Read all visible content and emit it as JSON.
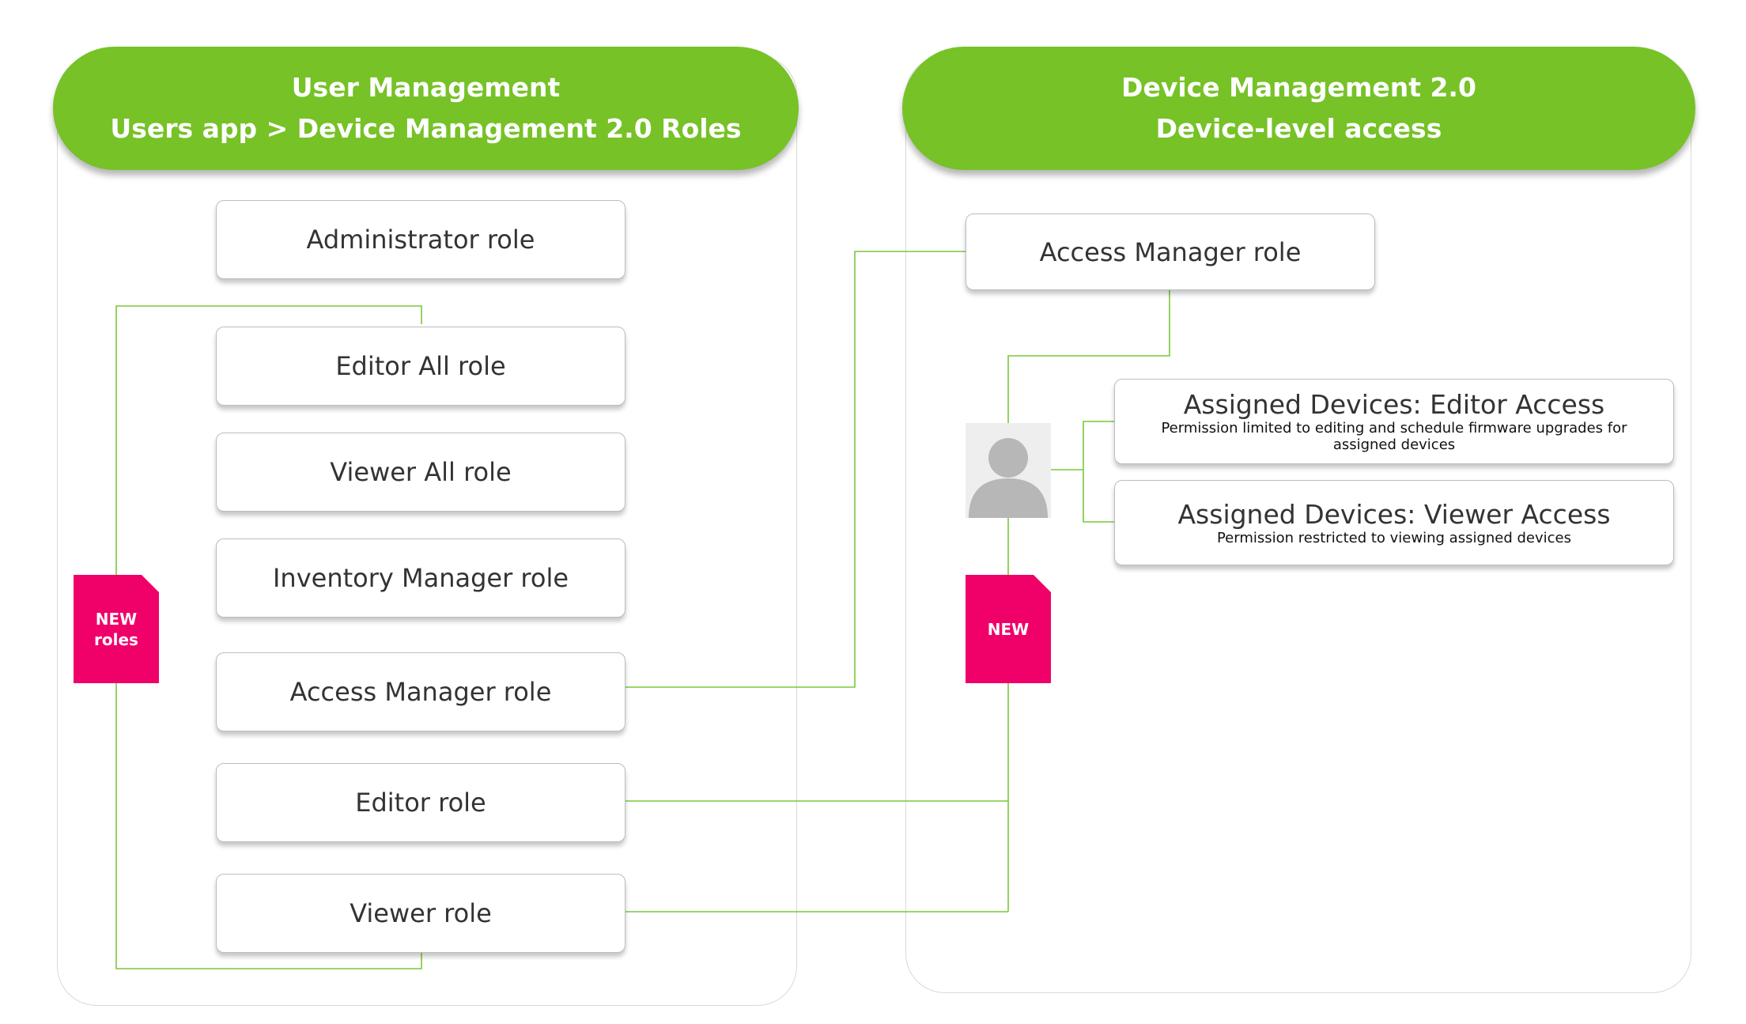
{
  "left_panel": {
    "title_line1": "User Management",
    "title_line2": "Users app > Device Management 2.0 Roles",
    "roles": [
      "Administrator role",
      "Editor All role",
      "Viewer All role",
      "Inventory Manager role",
      "Access Manager role",
      "Editor role",
      "Viewer role"
    ],
    "badge_line1": "NEW",
    "badge_line2": "roles"
  },
  "right_panel": {
    "title_line1": "Device Management 2.0",
    "title_line2": "Device-level access",
    "access_manager_role": "Access Manager role",
    "editor_access": {
      "title": "Assigned Devices: Editor Access",
      "description": "Permission limited to editing and schedule firmware upgrades for assigned devices"
    },
    "viewer_access": {
      "title": "Assigned Devices: Viewer Access",
      "description": "Permission restricted to viewing assigned devices"
    },
    "badge": "NEW",
    "avatar_icon": "user-avatar-icon"
  },
  "colors": {
    "header_green": "#76c227",
    "connector_green": "#7cc73c",
    "badge_pink": "#f00069"
  }
}
